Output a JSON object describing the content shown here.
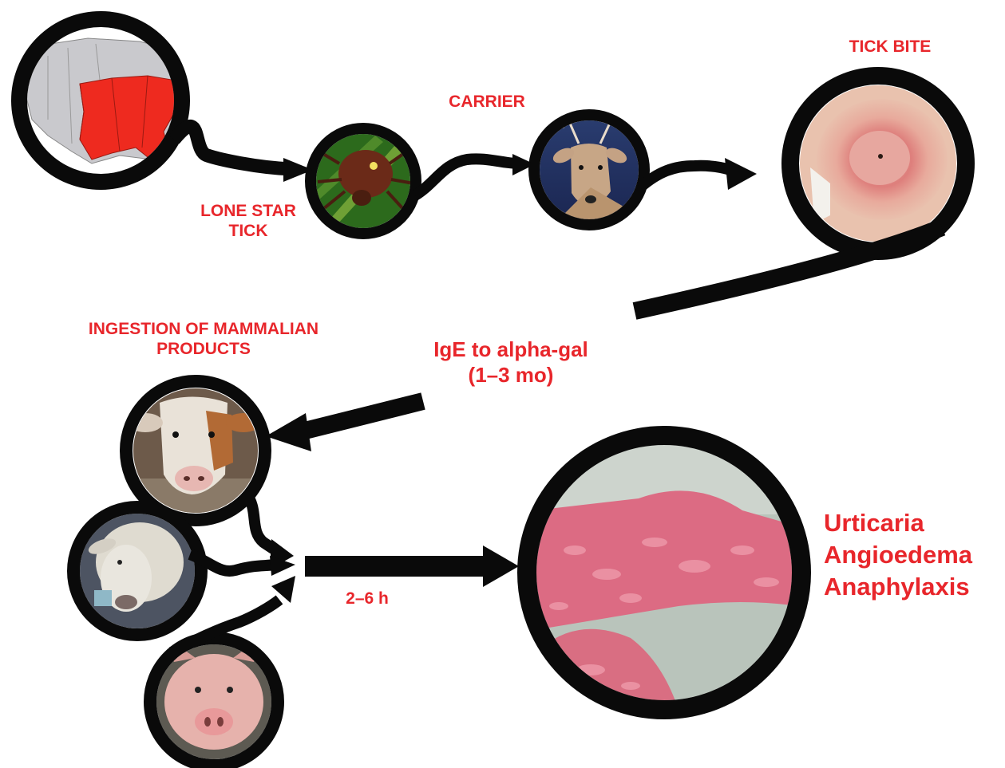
{
  "labels": {
    "lone_star_tick_line1": "LONE STAR",
    "lone_star_tick_line2": "TICK",
    "carrier": "CARRIER",
    "tick_bite": "TICK BITE",
    "ingestion_line1": "INGESTION OF MAMMALIAN",
    "ingestion_line2": "PRODUCTS",
    "ige_line1": "IgE to alpha-gal",
    "ige_line2": "(1–3 mo)",
    "time_to_reaction": "2–6 h"
  },
  "outcomes": [
    "Urticaria",
    "Angioedema",
    "Anaphylaxis"
  ],
  "colors": {
    "label_red": "#e8262b",
    "map_highlight": "#ee2a1f",
    "ring": "#0a0a0a"
  }
}
